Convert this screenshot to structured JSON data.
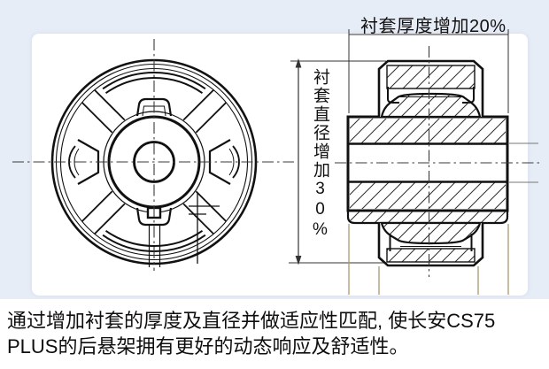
{
  "figure": {
    "annotations": {
      "thickness_label": "衬套厚度增加20%",
      "diameter_label": "衬套直径增加30%"
    },
    "caption": {
      "line1": "通过增加衬套的厚度及直径并做适应性匹配, 使长安CS75",
      "line2": "PLUS的后悬架拥有更好的动态响应及舒适性。"
    },
    "colors": {
      "background": "#e7edf7",
      "panel": "#ffffff",
      "drawing_line": "#111111",
      "extension_line_tan": "#a8986f",
      "centerline_gray": "#3a3a3a",
      "caption_text": "#0e0e0e"
    }
  }
}
